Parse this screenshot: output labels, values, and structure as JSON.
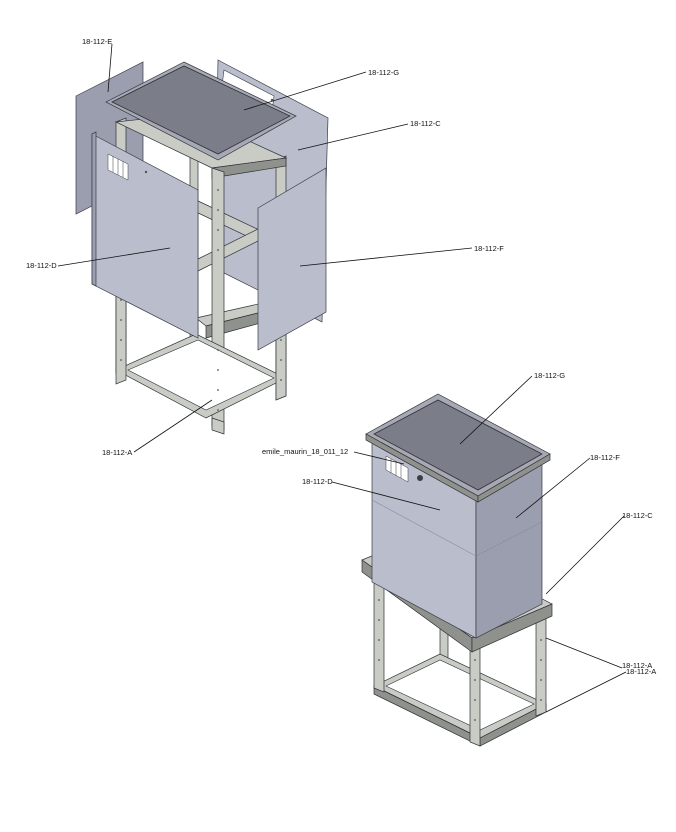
{
  "labels": {
    "exploded": {
      "e": "18-112-E",
      "g": "18-112-G",
      "c": "18-112-C",
      "d": "18-112-D",
      "f": "18-112-F",
      "a": "18-112-A"
    },
    "assembled": {
      "g": "18-112-G",
      "part": "emile_maurin_18_011_12",
      "d": "18-112-D",
      "f": "18-112-F",
      "c": "18-112-C",
      "a1": "18-112-A",
      "a2": "18-112-A"
    }
  },
  "colors": {
    "panel": "#b9bdcc",
    "top": "#7b7e89",
    "frame": "#c9cbc5",
    "line": "#111111"
  }
}
